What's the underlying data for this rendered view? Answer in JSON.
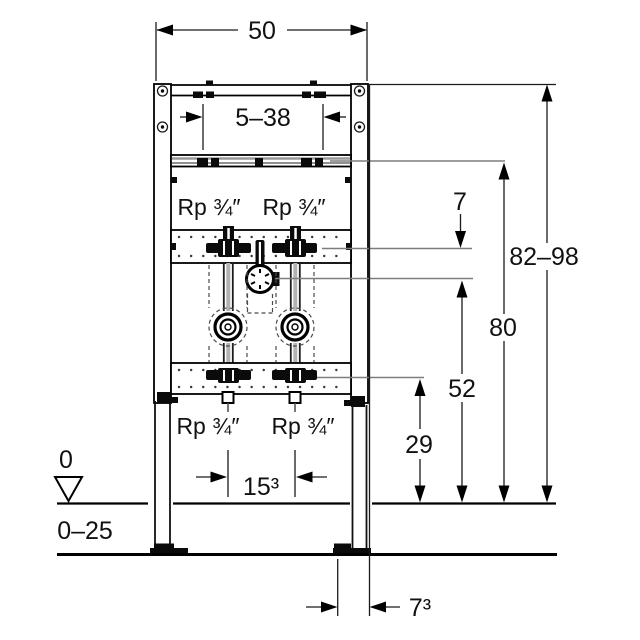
{
  "diagram": {
    "kind": "technical installation drawing",
    "subject": "wall mounting frame for washbasin, front view with dimension lines",
    "background": "#ffffff"
  },
  "colors": {
    "line": "#000000",
    "dimension_line": "#1a1a1a",
    "leader_line": "#7d7d7d",
    "background": "#ffffff"
  },
  "icons": {
    "zero_level_marker": "inverted-open-triangle"
  },
  "labels": {
    "top_width": "50",
    "basin_fastening_range": "5–38",
    "rail_offset": "7",
    "height_range": "82–98",
    "support_rail_height": "80",
    "mixer_height": "52",
    "lower_rail_height": "29",
    "tap_spacing": "15³",
    "leg_offset": "7³",
    "floor_zero": "0",
    "floor_buildup_range": "0–25",
    "connection": "Rp ¾″"
  }
}
